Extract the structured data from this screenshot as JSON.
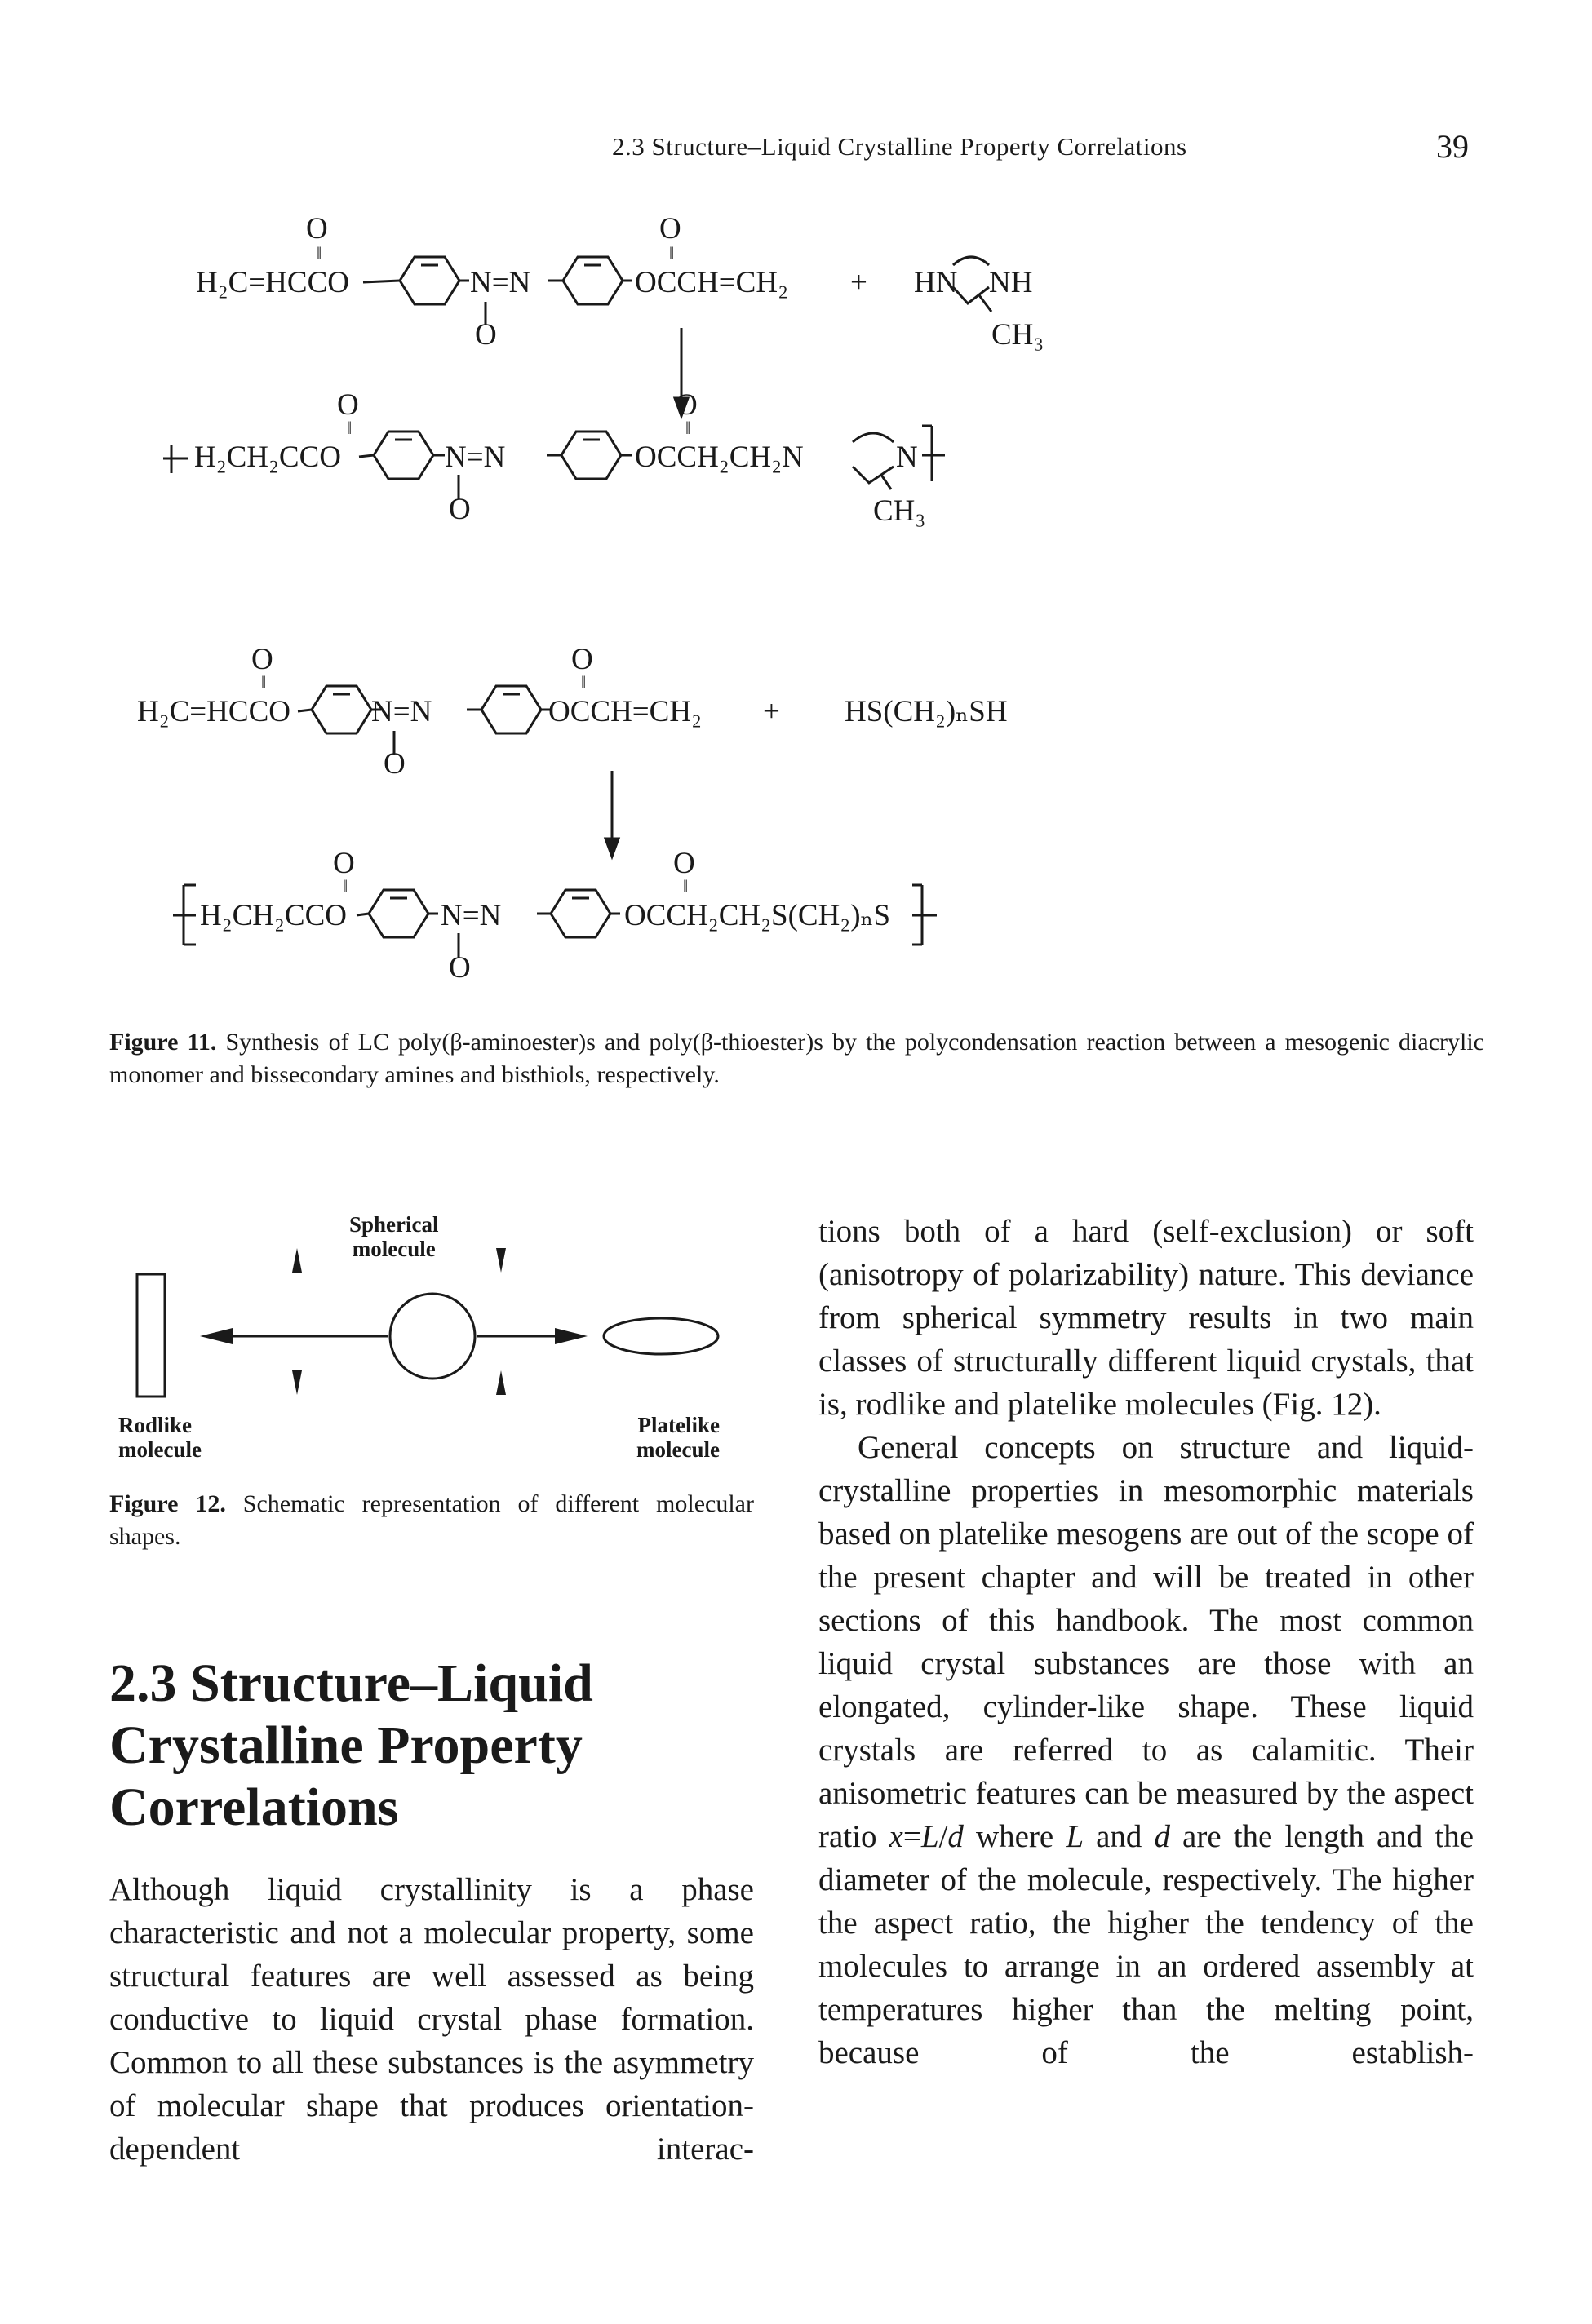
{
  "header": {
    "title": "2.3  Structure–Liquid Crystalline Property Correlations",
    "page": "39"
  },
  "scheme1": {
    "carbonyl_o": "O",
    "monomer_left": "H₂C=HCCO",
    "azoxy": "N=N",
    "oxide_o": "O",
    "monomer_right": "OCCH=CH₂",
    "plus": "+",
    "amine_top": "HN",
    "amine_nh": "NH",
    "methyl": "CH₃",
    "polymer_left": "H₂CH₂CCO",
    "polymer_right": "OCCH₂CH₂N",
    "polymer_n": "N",
    "bracket_open": "[",
    "bracket_close": "]"
  },
  "scheme2": {
    "thiol": "HS(CH₂)ₙSH",
    "polymer_right": "OCCH₂CH₂S(CH₂)ₙS"
  },
  "figure11": {
    "label": "Figure 11.",
    "caption": " Synthesis of LC poly(β-aminoester)s and poly(β-thioester)s by the polycondensation reaction between a mesogenic diacrylic monomer and bissecondary amines and bisthiols, respectively."
  },
  "figure12": {
    "spherical_line1": "Spherical",
    "spherical_line2": "molecule",
    "rodlike_line1": "Rodlike",
    "rodlike_line2": "molecule",
    "platelike_line1": "Platelike",
    "platelike_line2": "molecule",
    "label": "Figure 12.",
    "caption": " Schematic representation of different molecular shapes."
  },
  "section": {
    "heading": "2.3  Structure–Liquid Crystalline Property Correlations"
  },
  "body": {
    "left_paragraph": "Although liquid crystallinity is a phase characteristic and not a molecular property, some structural features are well assessed as being conductive to liquid crystal phase formation. Common to all these substances is the asymmetry of molecular shape that produces orientation-dependent interac-",
    "right_paragraph1": "tions both of a hard (self-exclusion) or soft (anisotropy of polarizability) nature. This deviance from spherical symmetry results in two main classes of structurally different liquid crystals, that is, rodlike and platelike molecules (Fig. 12).",
    "right_paragraph2_a": "General concepts on structure and liquid-crystalline properties in mesomorphic materials based on platelike mesogens are out of the scope of the present chapter and will be treated in other sections of this handbook. The most common liquid crystal substances are those with an elongated, cylinder-like shape. These liquid crystals are referred to as calamitic. Their anisometric features can be measured by the aspect ratio ",
    "ratio_x": "x",
    "ratio_eq": "=",
    "ratio_L": "L",
    "ratio_slash": "/",
    "ratio_d": "d",
    "right_paragraph2_b": " where ",
    "var_L": "L",
    "and_word": " and ",
    "var_d": "d",
    "right_paragraph2_c": " are the length and the diameter of the molecule, respectively. The higher the aspect ratio, the higher the tendency of the molecules to arrange in an ordered assembly at temperatures higher than the melting point, because of the establish-"
  }
}
